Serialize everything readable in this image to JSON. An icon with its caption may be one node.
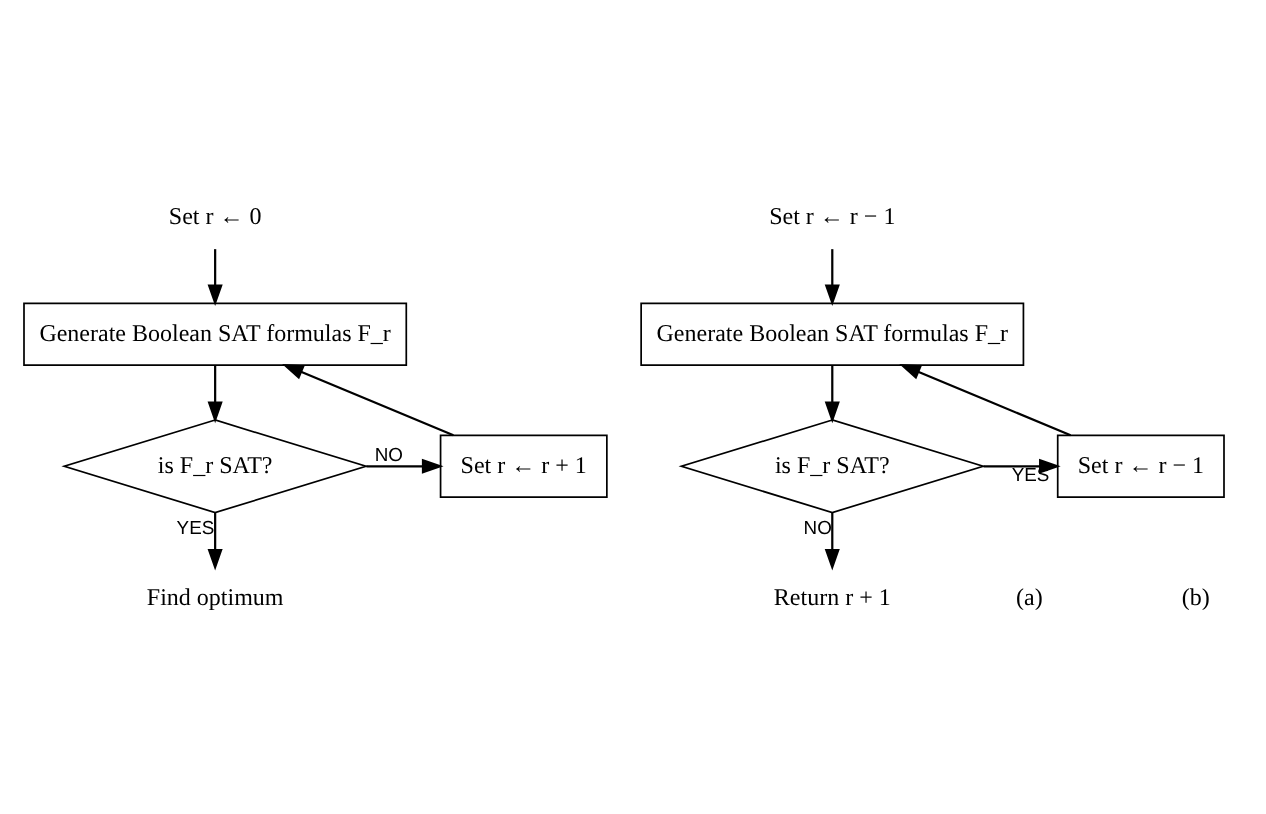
{
  "diagram": {
    "nodes": [
      {
        "text": [
          "Set r ← 0"
        ]
      },
      {
        "text": [
          "Generate Boolean SAT formulas F_r"
        ]
      },
      {
        "text": [
          "is F_r SAT?"
        ]
      },
      {
        "text": [
          "Set r ← r + 1"
        ]
      },
      {
        "text": [
          "Find optimum"
        ]
      },
      {
        "text": [
          "Set r ← r − 1"
        ]
      },
      {
        "text": [
          "Generate Boolean SAT formulas F_r"
        ]
      },
      {
        "text": [
          "is F_r SAT?"
        ]
      },
      {
        "text": [
          "Set r ← r − 1"
        ]
      },
      {
        "text": [
          "Return r + 1"
        ]
      }
    ],
    "edges": [
      {
        "from": 0,
        "to": 1,
        "arrow": "to"
      },
      {
        "from": 1,
        "to": 2,
        "arrow": "to"
      },
      {
        "from": 2,
        "to": 3,
        "arrow": "to",
        "label": "NO"
      },
      {
        "from": 3,
        "to": 1,
        "arrow": "to"
      },
      {
        "from": 2,
        "to": 4,
        "arrow": "to",
        "label": "YES"
      },
      {
        "from": 5,
        "to": 6,
        "arrow": "to"
      },
      {
        "from": 6,
        "to": 7,
        "arrow": "to"
      },
      {
        "from": 7,
        "to": 8,
        "arrow": "to",
        "label": "YES"
      },
      {
        "from": 8,
        "to": 6,
        "arrow": "to"
      },
      {
        "from": 7,
        "to": 9,
        "arrow": "to",
        "label": "NO"
      }
    ],
    "labels": [
      "(a)",
      "(b)"
    ]
  }
}
